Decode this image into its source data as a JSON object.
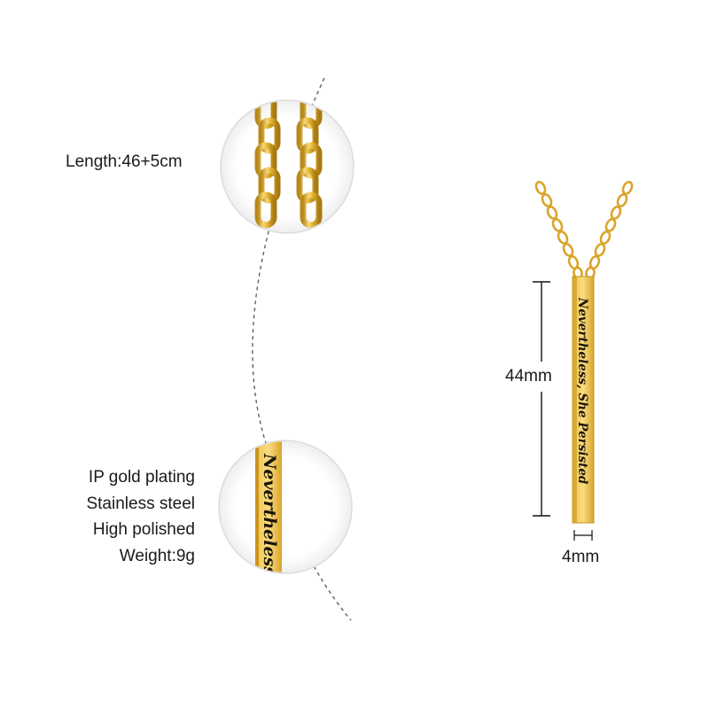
{
  "specs": {
    "length": "Length:46+5cm",
    "plating": "IP gold plating",
    "material": "Stainless steel",
    "finish": "High polished",
    "weight": "Weight:9g"
  },
  "dimensions": {
    "height": "44mm",
    "width": "4mm"
  },
  "engraving": {
    "full": "Nevertheless, She Persisted",
    "zoom": "Nevertheless"
  },
  "colors": {
    "gold": "#e4b431",
    "gold_dark": "#b8891a",
    "gold_light": "#f7d878",
    "ink": "#1c1508"
  },
  "icons": {
    "chain_zoom": "chain-links-closeup",
    "bar_zoom": "engraved-bar-closeup",
    "pendant": "bar-pendant-necklace"
  }
}
